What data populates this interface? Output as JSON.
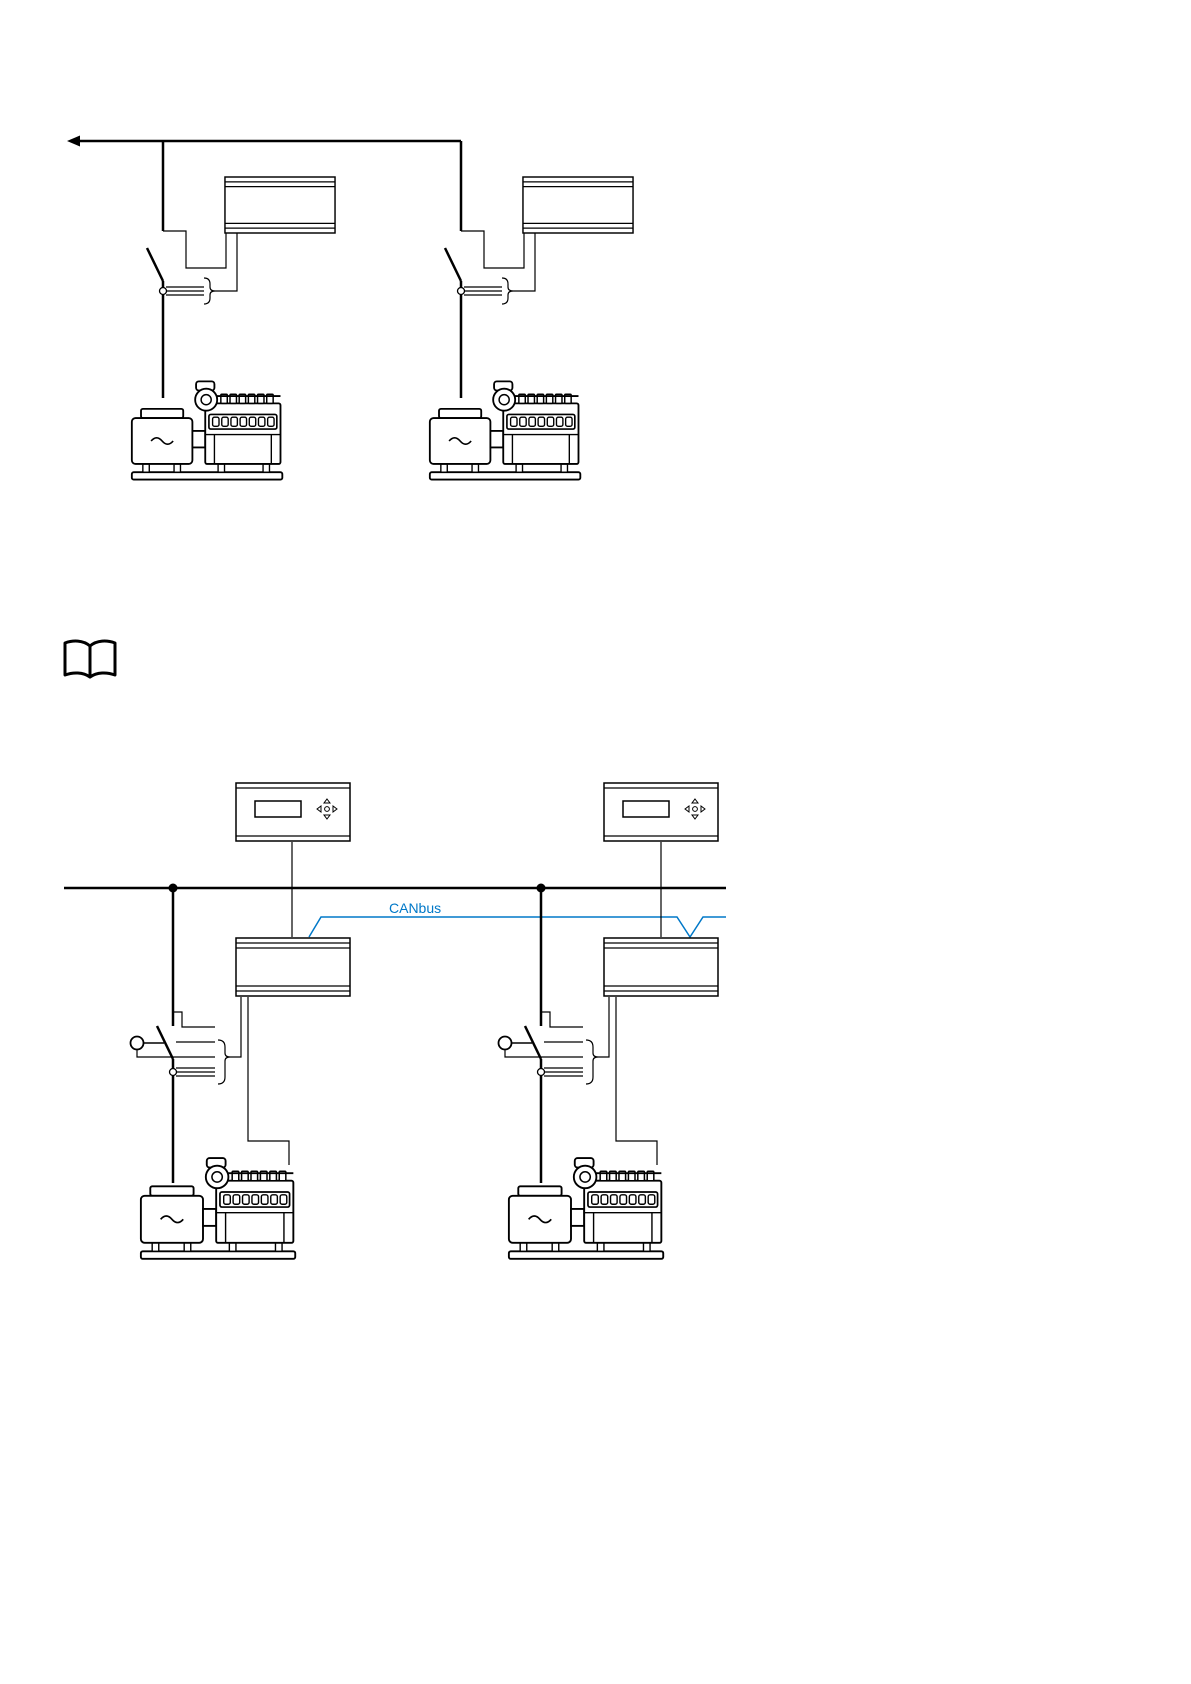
{
  "figure_top": {
    "generator_sets": 2
  },
  "reference_note": {
    "icon": "book-icon"
  },
  "figure_bottom": {
    "generator_sets": 2,
    "canbus_label": "CANbus"
  },
  "colors": {
    "line": "#000000",
    "canbus": "#0078c8",
    "background": "#ffffff"
  }
}
